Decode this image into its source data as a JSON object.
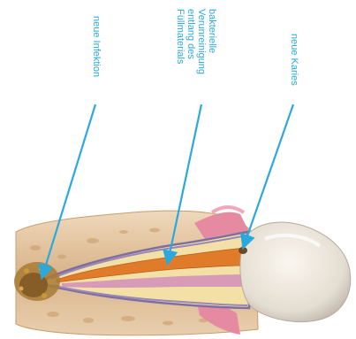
{
  "labels": {
    "infection": "neue Infektion",
    "contamination": [
      "bakterielle",
      "Verunreinigung",
      "entlang des",
      "Füllmaterials"
    ],
    "caries": "neue Karies"
  },
  "colors": {
    "label_and_arrow": "#2aa9df",
    "bone": "#d9b48a",
    "gum": "#e58aa0",
    "enamel": "#ece6dc",
    "dentin": "#f3e0a6",
    "root_filling": "#e07b2a",
    "pulp": "#c98fb0",
    "infection": "#9a6a2a"
  },
  "icons": [
    "arrow-icon"
  ]
}
